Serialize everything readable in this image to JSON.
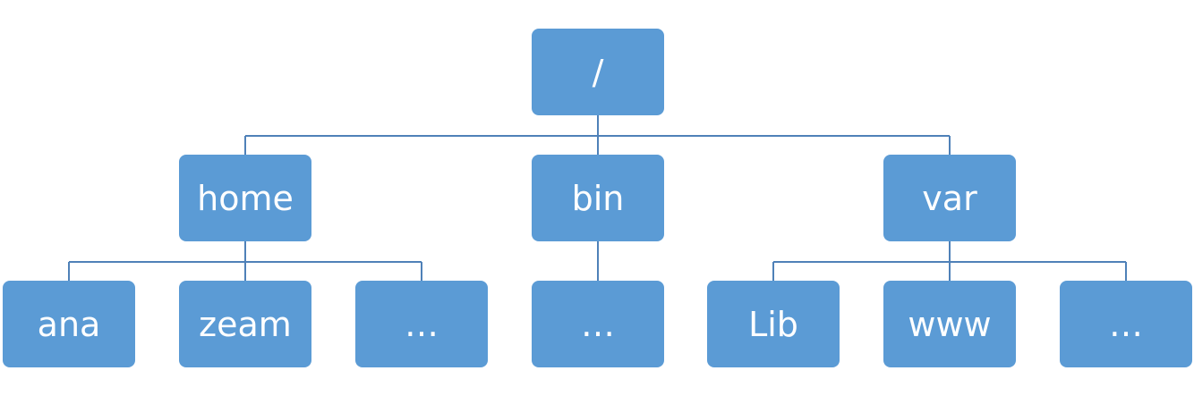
{
  "tree": {
    "root": {
      "label": "/"
    },
    "level1": [
      {
        "label": "home"
      },
      {
        "label": "bin"
      },
      {
        "label": "var"
      }
    ],
    "home_children": [
      {
        "label": "ana"
      },
      {
        "label": "zeam"
      },
      {
        "label": "…"
      }
    ],
    "bin_children": [
      {
        "label": "…"
      }
    ],
    "var_children": [
      {
        "label": "Lib"
      },
      {
        "label": "www"
      },
      {
        "label": "…"
      }
    ]
  },
  "colors": {
    "node_fill": "#5b9bd5",
    "node_text": "#ffffff",
    "connector": "#4f81b8"
  }
}
